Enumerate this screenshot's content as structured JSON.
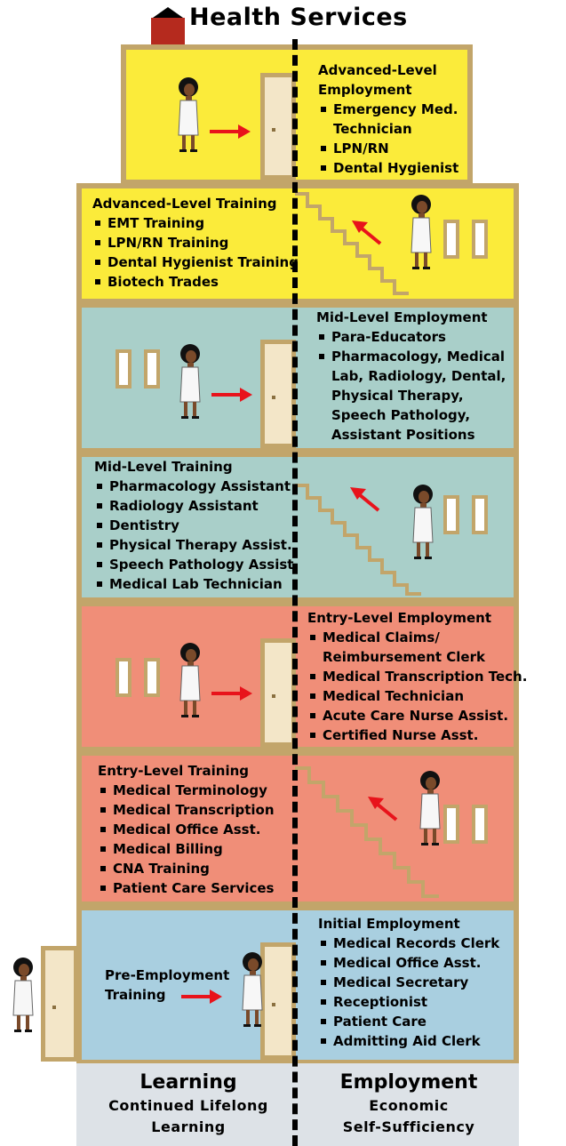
{
  "title": "Health Services",
  "floors": [
    {
      "side": "employment",
      "heading_lines": [
        "Advanced-Level",
        "Employment"
      ],
      "items": [
        [
          "Emergency Med.",
          "Technician"
        ],
        [
          "LPN/RN"
        ],
        [
          "Dental Hygienist"
        ]
      ]
    },
    {
      "side": "training",
      "heading_lines": [
        "Advanced-Level Training"
      ],
      "items": [
        [
          "EMT Training"
        ],
        [
          "LPN/RN Training"
        ],
        [
          "Dental Hygienist Training"
        ],
        [
          "Biotech Trades"
        ]
      ]
    },
    {
      "side": "employment",
      "heading_lines": [
        "Mid-Level Employment"
      ],
      "items": [
        [
          "Para-Educators"
        ],
        [
          "Pharmacology, Medical",
          "Lab, Radiology, Dental,",
          "Physical Therapy,",
          "Speech Pathology,",
          "Assistant Positions"
        ]
      ]
    },
    {
      "side": "training",
      "heading_lines": [
        "Mid-Level Training"
      ],
      "items": [
        [
          "Pharmacology Assistant"
        ],
        [
          "Radiology Assistant"
        ],
        [
          "Dentistry"
        ],
        [
          "Physical Therapy Assist."
        ],
        [
          "Speech Pathology Assist."
        ],
        [
          "Medical Lab Technician"
        ]
      ]
    },
    {
      "side": "employment",
      "heading_lines": [
        "Entry-Level Employment"
      ],
      "items": [
        [
          "Medical Claims/",
          "Reimbursement Clerk"
        ],
        [
          "Medical Transcription Tech."
        ],
        [
          "Medical Technician"
        ],
        [
          "Acute Care Nurse Assist."
        ],
        [
          "Certified Nurse Asst."
        ]
      ]
    },
    {
      "side": "training",
      "heading_lines": [
        "Entry-Level Training"
      ],
      "items": [
        [
          "Medical Terminology"
        ],
        [
          "Medical Transcription"
        ],
        [
          "Medical Office Asst."
        ],
        [
          "Medical Billing"
        ],
        [
          "CNA Training"
        ],
        [
          "Patient Care Services"
        ]
      ]
    },
    {
      "side": "employment",
      "heading_lines": [
        "Initial Employment"
      ],
      "items": [
        [
          "Medical Records Clerk"
        ],
        [
          "Medical Office Asst."
        ],
        [
          "Medical Secretary"
        ],
        [
          "Receptionist"
        ],
        [
          "Patient Care"
        ],
        [
          "Admitting Aid Clerk"
        ]
      ]
    }
  ],
  "pre_employment": [
    "Pre-Employment",
    "Training"
  ],
  "footer": {
    "learning": {
      "title": "Learning",
      "lines": [
        "Continued Lifelong",
        "Learning"
      ]
    },
    "employment": {
      "title": "Employment",
      "lines": [
        "Economic",
        "Self-Sufficiency"
      ]
    }
  },
  "colors": {
    "yellow": "#fbeb3a",
    "teal": "#a9cfc9",
    "salmon": "#f08e78",
    "blue": "#a9cfe0",
    "trim": "#c2a56a",
    "arrow": "#e8131b",
    "chimney": "#b52a1e"
  }
}
